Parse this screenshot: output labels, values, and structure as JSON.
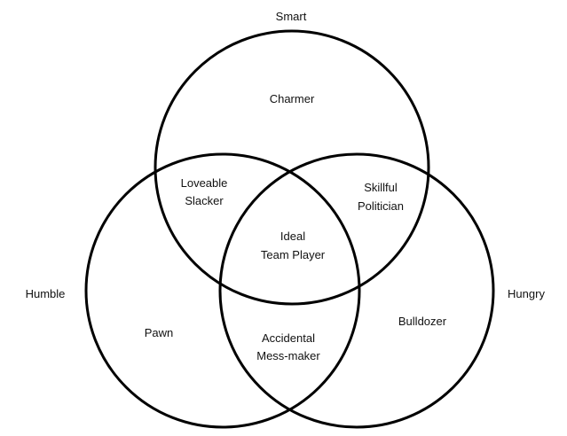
{
  "labels": {
    "smart": "Smart",
    "humble": "Humble",
    "hungry": "Hungry"
  },
  "regions": {
    "charmer": "Charmer",
    "loveable_line1": "Loveable",
    "loveable_line2": "Slacker",
    "skillful_line1": "Skillful",
    "skillful_line2": "Politician",
    "ideal_line1": "Ideal",
    "ideal_line2": "Team Player",
    "pawn": "Pawn",
    "bulldozer": "Bulldozer",
    "accidental_line1": "Accidental",
    "accidental_line2": "Mess-maker"
  },
  "colors": {
    "stroke": "#000000",
    "text": "#111111",
    "background": "#ffffff"
  }
}
